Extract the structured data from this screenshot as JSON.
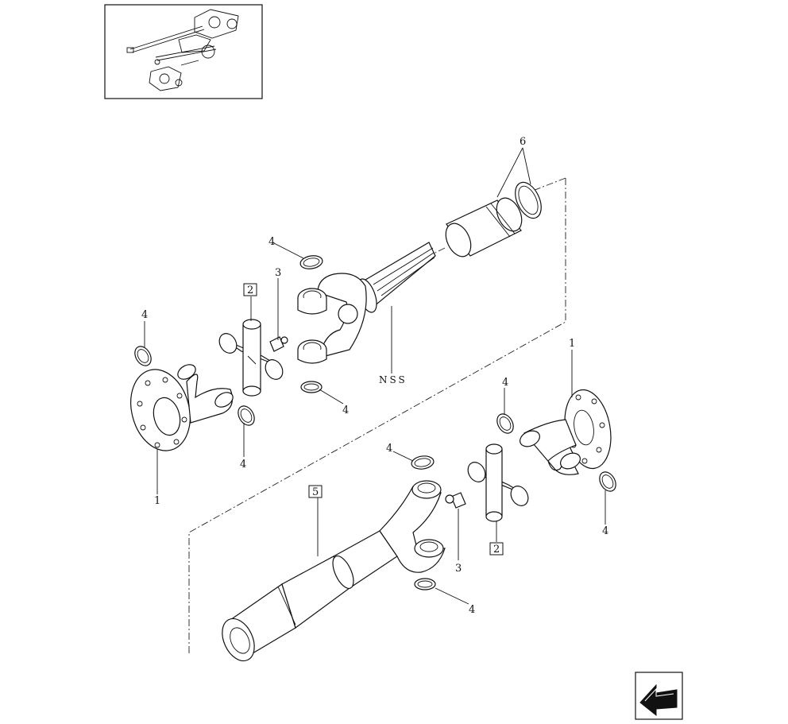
{
  "callouts": {
    "c1_left": "1",
    "c1_right": "1",
    "c2_top": "2",
    "c2_bottom": "2",
    "c3_top": "3",
    "c3_bottom": "3",
    "c4_a": "4",
    "c4_b": "4",
    "c4_c": "4",
    "c4_d": "4",
    "c4_e": "4",
    "c4_f": "4",
    "c4_g": "4",
    "c4_h": "4",
    "c5": "5",
    "c6": "6"
  },
  "nss_label": "NSS",
  "icons": {
    "thumbnail": "assembly-thumbnail-icon",
    "nav": "back-arrow-icon"
  }
}
